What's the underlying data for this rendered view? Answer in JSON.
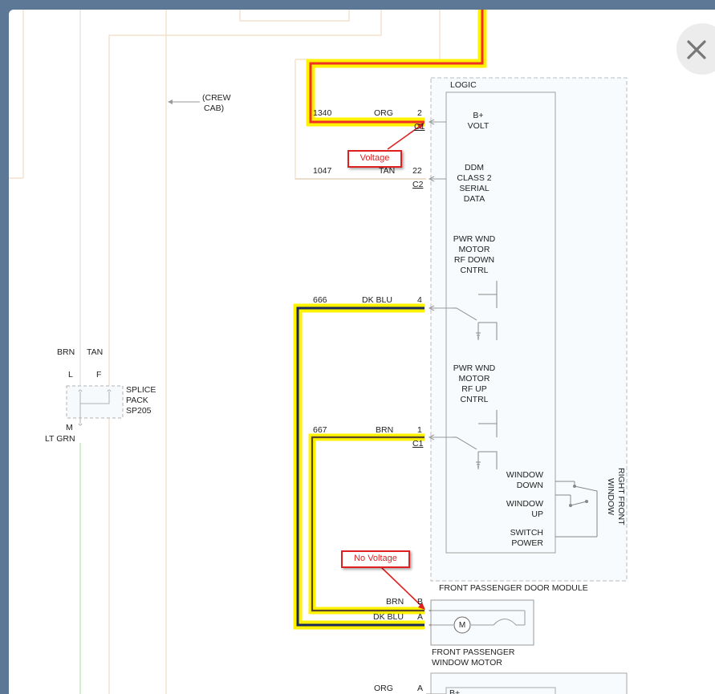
{
  "crew_cab": {
    "line1": "(CREW",
    "line2": "CAB)"
  },
  "splice": {
    "wire_left": "BRN",
    "wire_right": "TAN",
    "pin_left": "L",
    "pin_right": "F",
    "pin_bottom": "M",
    "wire_bottom": "LT GRN",
    "name_lines": [
      "SPLICE",
      "PACK",
      "SP205"
    ]
  },
  "module": {
    "logic_label": "LOGIC",
    "title": "FRONT PASSENGER DOOR MODULE",
    "side_label_lines": [
      "RIGHT FRONT",
      "WINDOW"
    ],
    "functions": [
      {
        "lines": [
          "B+",
          "VOLT"
        ]
      },
      {
        "lines": [
          "DDM",
          "CLASS 2",
          "SERIAL",
          "DATA"
        ]
      },
      {
        "lines": [
          "PWR WND",
          "MOTOR",
          "RF DOWN",
          "CNTRL"
        ]
      },
      {
        "lines": [
          "PWR WND",
          "MOTOR",
          "RF UP",
          "CNTRL"
        ]
      },
      {
        "lines": [
          "WINDOW",
          "DOWN"
        ]
      },
      {
        "lines": [
          "WINDOW",
          "UP"
        ]
      },
      {
        "lines": [
          "SWITCH",
          "POWER"
        ]
      }
    ]
  },
  "circuits": [
    {
      "number": "1340",
      "color": "ORG",
      "pin": "2",
      "connector": "C1"
    },
    {
      "number": "1047",
      "color": "TAN",
      "pin": "22",
      "connector": "C2"
    },
    {
      "number": "666",
      "color": "DK BLU",
      "pin": "4",
      "connector": ""
    },
    {
      "number": "667",
      "color": "BRN",
      "pin": "1",
      "connector": "C1"
    }
  ],
  "motor": {
    "title_lines": [
      "FRONT PASSENGER",
      "WINDOW MOTOR"
    ],
    "pins": [
      {
        "color": "BRN",
        "pin": "B"
      },
      {
        "color": "DK BLU",
        "pin": "A"
      }
    ],
    "symbol": "M"
  },
  "bottom_partial": {
    "color": "ORG",
    "pin": "A",
    "text": "B+"
  },
  "annotations": {
    "voltage": "Voltage",
    "no_voltage": "No Voltage"
  },
  "colors": {
    "highlight": "#fff200",
    "highlight_path_orange": "#ee3124",
    "wire_dark_blue": "#1a2a5a",
    "wire_brown": "#5a4a2a",
    "callout_red": "#e02020"
  },
  "icons": {
    "close": "close-icon",
    "motor": "motor-icon"
  }
}
